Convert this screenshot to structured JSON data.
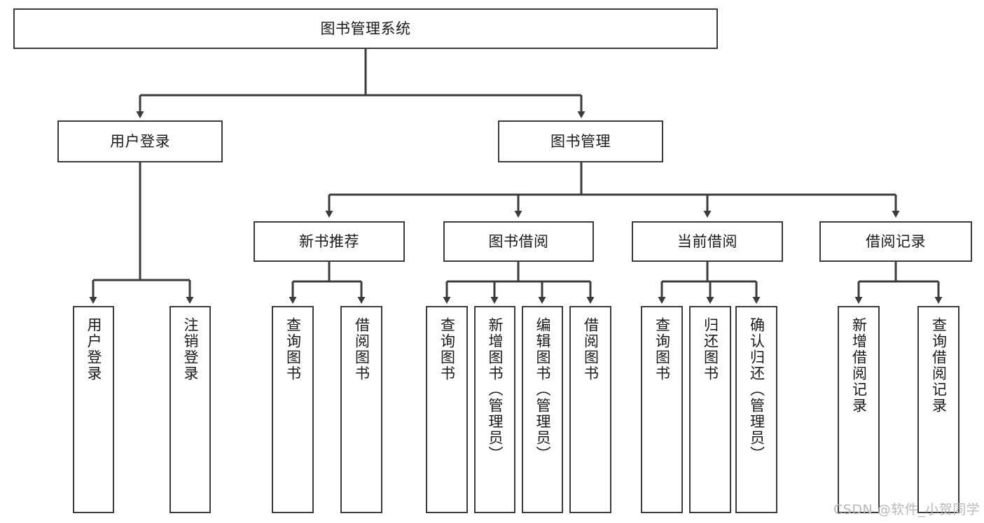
{
  "diagram": {
    "title": "图书管理系统",
    "type": "hierarchy-tree",
    "background_color": "#ffffff",
    "box_border_color": "#3b3b3b",
    "text_color": "#1a1a1a",
    "connector_color": "#3b3b3b"
  },
  "nodes": {
    "root": {
      "label": "图书管理系统",
      "level": 0
    },
    "level1": [
      {
        "id": "user-login",
        "label": "用户登录"
      },
      {
        "id": "book-manage",
        "label": "图书管理"
      }
    ],
    "level2": [
      {
        "id": "new-book-recommend",
        "label": "新书推荐"
      },
      {
        "id": "book-borrow",
        "label": "图书借阅"
      },
      {
        "id": "current-borrow",
        "label": "当前借阅"
      },
      {
        "id": "borrow-record",
        "label": "借阅记录"
      }
    ],
    "leaves": {
      "user-login": [
        {
          "id": "leaf-user-login",
          "label": "用户登录"
        },
        {
          "id": "leaf-logout-login",
          "label": "注销登录"
        }
      ],
      "new-book-recommend": [
        {
          "id": "leaf-query-book-1",
          "label": "查询图书"
        },
        {
          "id": "leaf-borrow-book-1",
          "label": "借阅图书"
        }
      ],
      "book-borrow": [
        {
          "id": "leaf-query-book-2",
          "label": "查询图书"
        },
        {
          "id": "leaf-add-book",
          "label": "新增图书（管理员）"
        },
        {
          "id": "leaf-edit-book",
          "label": "编辑图书（管理员）"
        },
        {
          "id": "leaf-borrow-book-2",
          "label": "借阅图书"
        }
      ],
      "current-borrow": [
        {
          "id": "leaf-query-book-3",
          "label": "查询图书"
        },
        {
          "id": "leaf-return-book",
          "label": "归还图书"
        },
        {
          "id": "leaf-confirm-return",
          "label": "确认归还（管理员）"
        }
      ],
      "borrow-record": [
        {
          "id": "leaf-add-record",
          "label": "新增借阅记录"
        },
        {
          "id": "leaf-query-record",
          "label": "查询借阅记录"
        }
      ]
    }
  },
  "watermark": {
    "text": "CSDN @软件_小贺同学",
    "color": "#b9b9b9"
  }
}
